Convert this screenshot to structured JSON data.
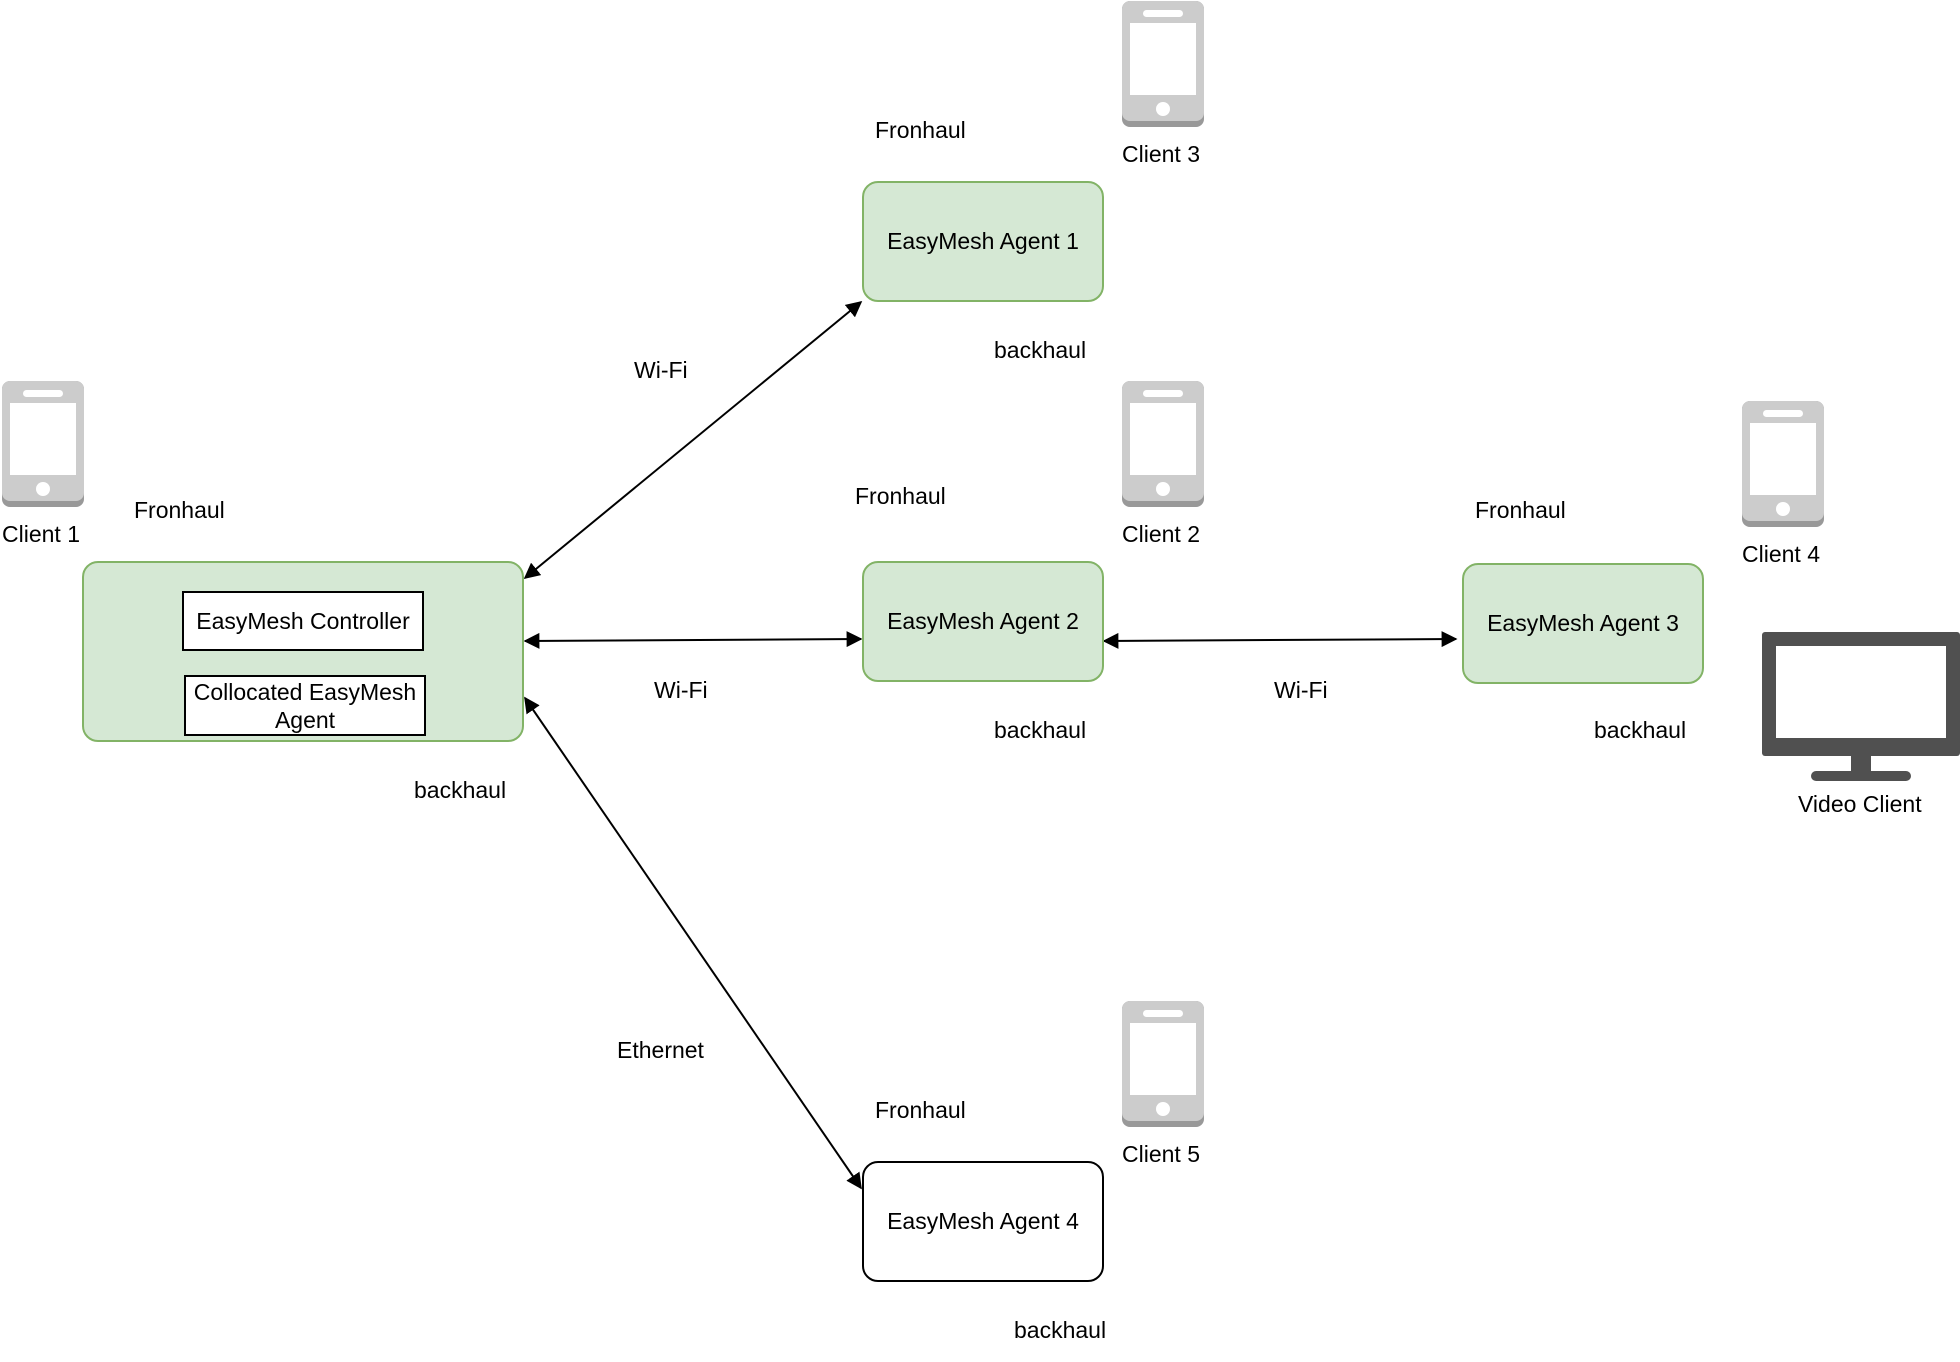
{
  "colors": {
    "node_fill": "#d5e8d4",
    "node_stroke": "#82b366",
    "device_gray": "#cccccc",
    "device_dark_gray": "#999999",
    "monitor": "#505050"
  },
  "controller": {
    "controller_label": "EasyMesh Controller",
    "collocated_label": "Collocated EasyMesh Agent"
  },
  "agents": {
    "agent1": "EasyMesh Agent 1",
    "agent2": "EasyMesh Agent 2",
    "agent3": "EasyMesh Agent 3",
    "agent4": "EasyMesh Agent 4"
  },
  "clients": {
    "client1": "Client 1",
    "client2": "Client 2",
    "client3": "Client 3",
    "client4": "Client 4",
    "client5": "Client 5",
    "video": "Video Client"
  },
  "device_icons": {
    "phone": "smartphone-icon",
    "monitor": "monitor-icon"
  },
  "link_labels": {
    "ctrl_agent1": "Wi-Fi",
    "ctrl_agent2": "Wi-Fi",
    "agent2_agent3": "Wi-Fi",
    "ctrl_agent4": "Ethernet"
  },
  "fronthaul": {
    "controller": "Fronhaul",
    "agent1": "Fronhaul",
    "agent2": "Fronhaul",
    "agent3": "Fronhaul",
    "agent4": "Fronhaul"
  },
  "backhaul": {
    "controller": "backhaul",
    "agent1": "backhaul",
    "agent2": "backhaul",
    "agent3": "backhaul",
    "agent4": "backhaul"
  }
}
